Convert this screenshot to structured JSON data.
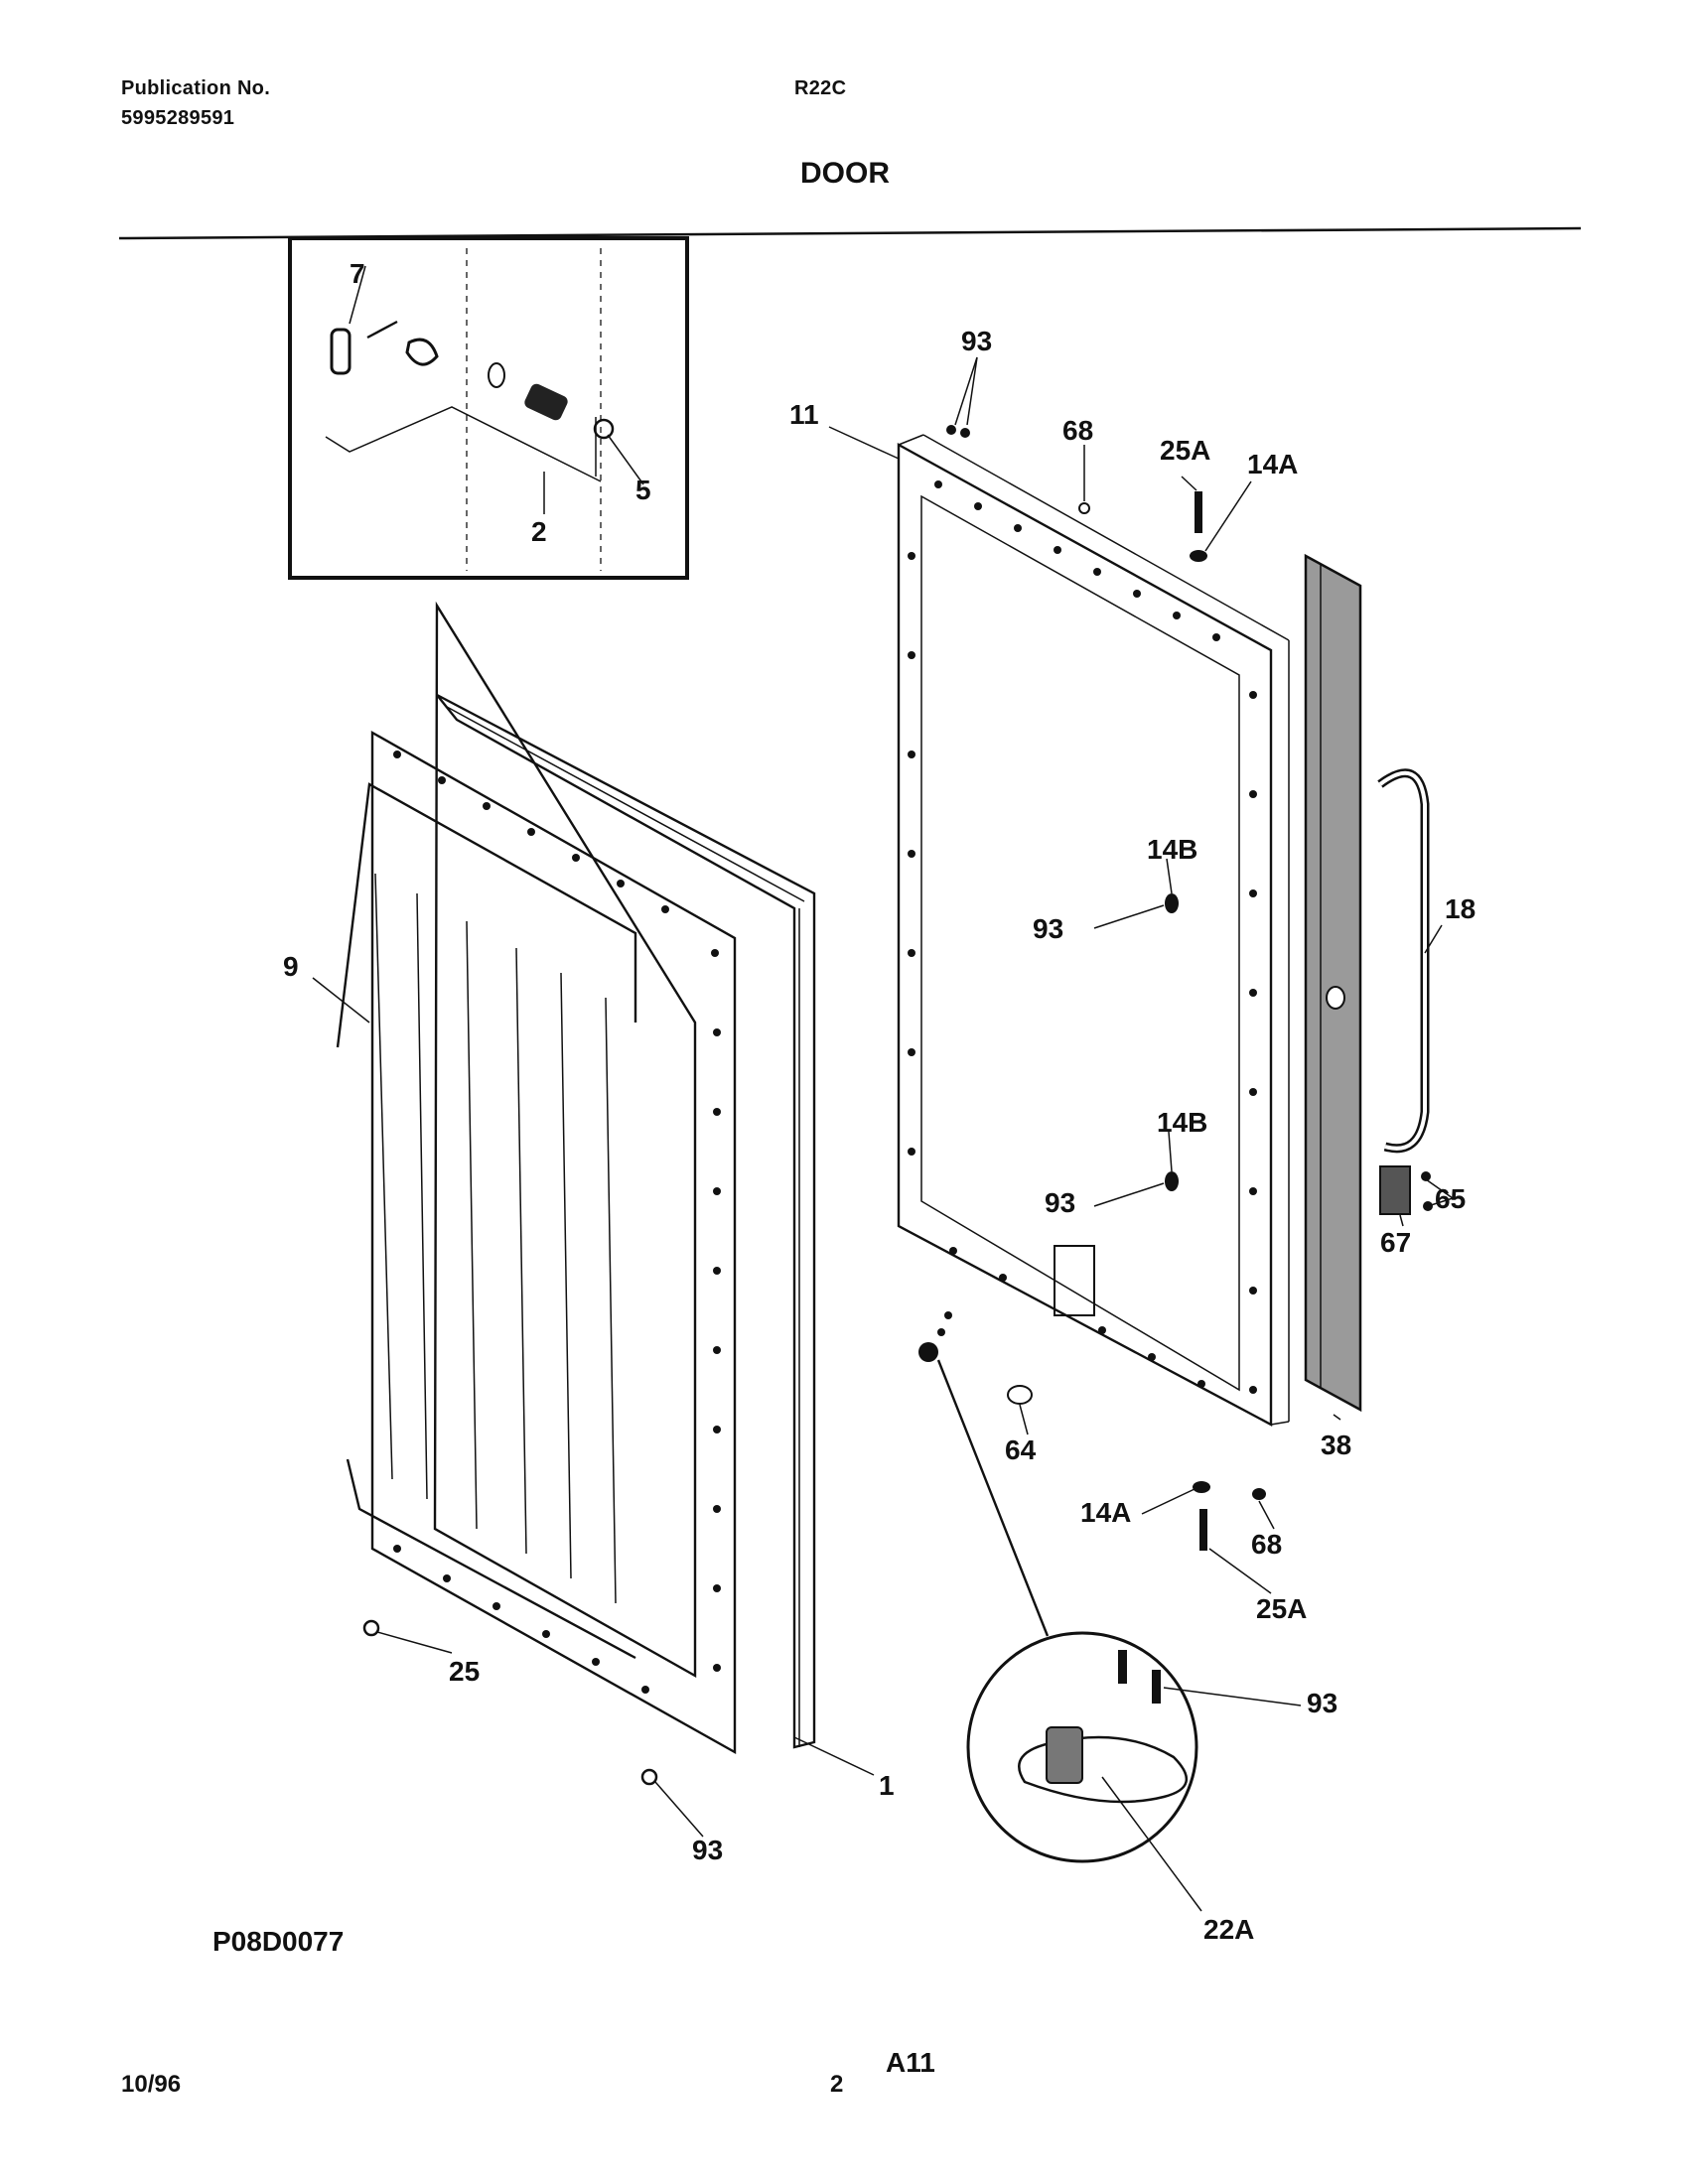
{
  "header": {
    "publication_label": "Publication No.",
    "publication_number": "5995289591",
    "model": "R22C",
    "section_title": "DOOR"
  },
  "callouts": {
    "c7": "7",
    "c5": "5",
    "c2": "2",
    "c93_top": "93",
    "c11": "11",
    "c68_top": "68",
    "c25A_top": "25A",
    "c14A_top": "14A",
    "c14B_upper": "14B",
    "c93_mid": "93",
    "c18": "18",
    "c9": "9",
    "c14B_lower": "14B",
    "c93_lower": "93",
    "c65": "65",
    "c67": "67",
    "c64": "64",
    "c38": "38",
    "c14A_bottom": "14A",
    "c68_bottom": "68",
    "c25A_bottom": "25A",
    "c25": "25",
    "c93_detail": "93",
    "c1": "1",
    "c93_bottom": "93",
    "c22A": "22A"
  },
  "footer": {
    "drawing_code": "P08D0077",
    "date": "10/96",
    "page": "2",
    "section_code": "A11"
  }
}
